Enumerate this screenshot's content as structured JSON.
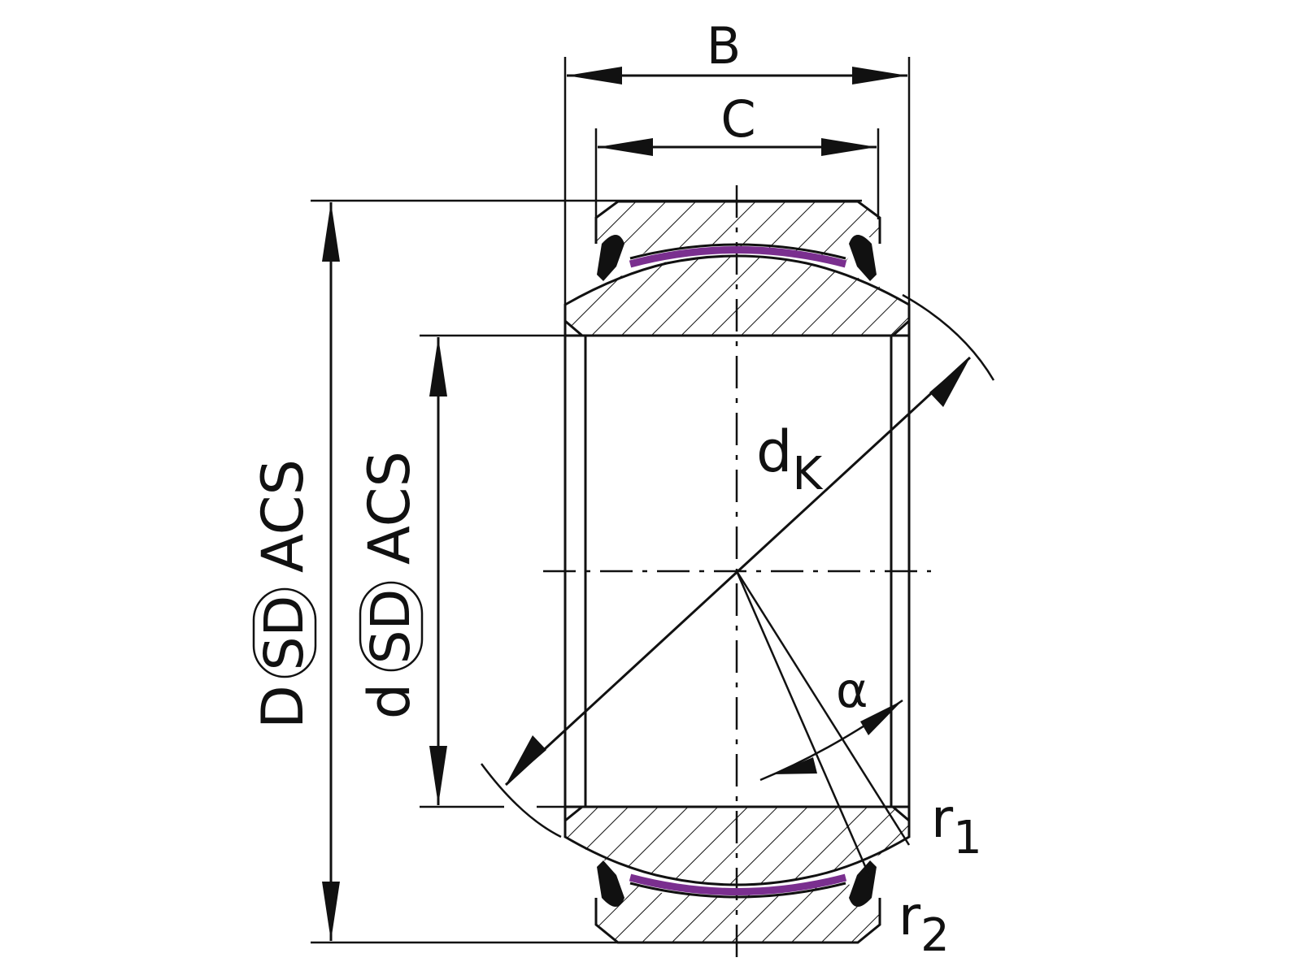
{
  "labels": {
    "B": "B",
    "C": "C",
    "dK_main": "d",
    "dK_sub": "K",
    "alpha": "α",
    "r1_main": "r",
    "r1_sub": "1",
    "r2_main": "r",
    "r2_sub": "2",
    "D_prefix": "D",
    "D_circled": "SD",
    "D_suffix": "ACS",
    "d_prefix": "d",
    "d_circled": "SD",
    "d_suffix": "ACS"
  },
  "colors": {
    "line": "#111111",
    "sliding_layer": "#7a2f8f",
    "background": "#ffffff"
  }
}
